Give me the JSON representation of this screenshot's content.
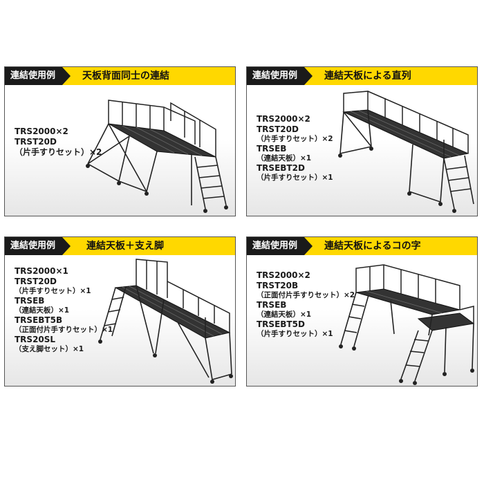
{
  "panels": [
    {
      "tag": "連結使用例",
      "title": "天板背面同士の連結",
      "lines": [
        {
          "t": "TRS2000×2",
          "k": "l"
        },
        {
          "t": "TRST20D",
          "k": "l"
        },
        {
          "t": "（片手すりセット）×2",
          "k": "l"
        }
      ]
    },
    {
      "tag": "連結使用例",
      "title": "連結天板による直列",
      "lines": [
        {
          "t": "TRS2000×2",
          "k": "l"
        },
        {
          "t": "TRST20D",
          "k": "l"
        },
        {
          "t": "（片手すりセット）×2",
          "k": "s"
        },
        {
          "t": "TRSEB",
          "k": "l"
        },
        {
          "t": "（連結天板）×1",
          "k": "s"
        },
        {
          "t": "TRSEBT2D",
          "k": "l"
        },
        {
          "t": "（片手すりセット）×1",
          "k": "s"
        }
      ]
    },
    {
      "tag": "連結使用例",
      "title": "連結天板＋支え脚",
      "lines": [
        {
          "t": "TRS2000×1",
          "k": "l"
        },
        {
          "t": "TRST20D",
          "k": "l"
        },
        {
          "t": "（片手すりセット）×1",
          "k": "s"
        },
        {
          "t": "TRSEB",
          "k": "l"
        },
        {
          "t": "（連結天板）×1",
          "k": "s"
        },
        {
          "t": "TRSEBT5B",
          "k": "l"
        },
        {
          "t": "（正面付片手すりセット）×1",
          "k": "s"
        },
        {
          "t": "TRS20SL",
          "k": "l"
        },
        {
          "t": "（支え脚セット）×1",
          "k": "s"
        }
      ]
    },
    {
      "tag": "連結使用例",
      "title": "連結天板によるコの字",
      "lines": [
        {
          "t": "TRS2000×2",
          "k": "l"
        },
        {
          "t": "TRST20B",
          "k": "l"
        },
        {
          "t": "（正面付片手すりセット）×2",
          "k": "s"
        },
        {
          "t": "TRSEB",
          "k": "l"
        },
        {
          "t": "（連結天板）×1",
          "k": "s"
        },
        {
          "t": "TRSEBT5D",
          "k": "l"
        },
        {
          "t": "（片手すりセット）×1",
          "k": "s"
        }
      ]
    }
  ],
  "colors": {
    "accent": "#ffd800",
    "tag_bg": "#1a1a1a"
  }
}
